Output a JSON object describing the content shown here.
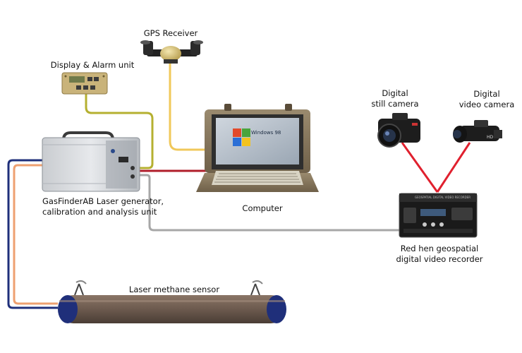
{
  "labels": {
    "gps_receiver": "GPS Receiver",
    "display_alarm": "Display & Alarm unit",
    "digital_still_1": "Digital",
    "digital_still_2": "still camera",
    "digital_video_1": "Digital",
    "digital_video_2": "video camera",
    "gasfinder_1": "GasFinderAB Laser generator,",
    "gasfinder_2": "calibration and analysis unit",
    "computer": "Computer",
    "red_hen_1": "Red hen geospatial",
    "red_hen_2": "digital video recorder",
    "laser_sensor": "Laser methane sensor",
    "screen_logo": "Windows 98",
    "recorder_panel": "GEOSPATIAL DIGITAL VIDEO RECORDER"
  },
  "colors": {
    "gps_cable": "#f0c85a",
    "alarm_cable": "#b5b030",
    "camera_cable": "#e0202e",
    "computer_cable": "#b01e2a",
    "recorder_cable": "#a7a7a7",
    "sensor_cable_blue": "#1f2f7a",
    "sensor_cable_orange": "#eea070"
  }
}
